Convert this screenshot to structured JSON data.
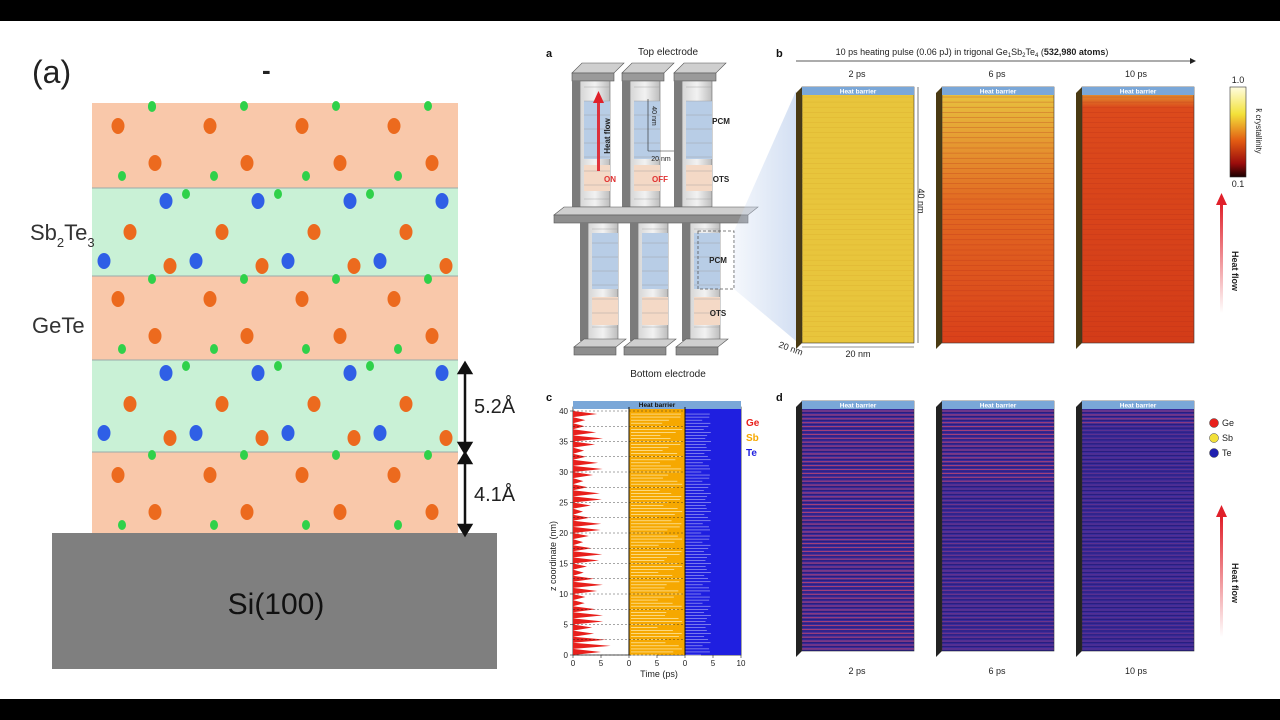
{
  "left_figure": {
    "panel_label": "(a)",
    "dash_mark": "-",
    "sb2te3_label_base": "Sb",
    "sb2te3_sub1": "2",
    "sb2te3_te": "Te",
    "sb2te3_sub2": "3",
    "gete_label": "GeTe",
    "dim_sb2te3": "5.2Å",
    "dim_gete": "4.1Å",
    "substrate_label": "Si(100)",
    "colors": {
      "gete_layer": "#f9c8aa",
      "sb2te3_layer": "#c9f1d6",
      "substrate": "#7f7f7f",
      "atom_orange": "#ec6a1e",
      "atom_green": "#2fd14a",
      "atom_blue": "#2f5fe6"
    }
  },
  "panel_a": {
    "label": "a",
    "top_electrode": "Top electrode",
    "bottom_electrode": "Bottom electrode",
    "heat_flow": "Heat flow",
    "dim_height": "40 nm",
    "dim_width": "20 nm",
    "pcm": "PCM",
    "ots": "OTS",
    "on": "ON",
    "off": "OFF"
  },
  "panel_b": {
    "label": "b",
    "title_pre": "10 ps heating pulse (0.06 pJ) in trigonal Ge",
    "title_sub1": "1",
    "title_sb": "Sb",
    "title_sub2": "2",
    "title_te": "Te",
    "title_sub3": "4",
    "title_post": " (",
    "title_bold": "532,980 atoms",
    "title_end": ")",
    "times": [
      "2 ps",
      "6 ps",
      "10 ps"
    ],
    "heat_barrier": "Heat barrier",
    "dim_40": "40 nm",
    "dim_20a": "20 nm",
    "dim_20b": "20 nm",
    "colorbar_max": "1.0",
    "colorbar_min": "0.1",
    "colorbar_label": "k̄ crystallinity",
    "heat_flow": "Heat flow"
  },
  "panel_c": {
    "label": "c",
    "heat_barrier": "Heat barrier",
    "ylabel": "z coordinate (nm)",
    "xlabel": "Time (ps)",
    "yticks": [
      "0",
      "5",
      "10",
      "15",
      "20",
      "25",
      "30",
      "35",
      "40"
    ],
    "xticks": [
      "0",
      "5",
      "0",
      "5",
      "0",
      "5",
      "10"
    ],
    "legend": [
      "Ge",
      "Sb",
      "Te"
    ],
    "colors": {
      "ge": "#e8201c",
      "sb": "#f6a800",
      "te": "#1f1fe0"
    }
  },
  "panel_d": {
    "label": "d",
    "heat_barrier": "Heat barrier",
    "times": [
      "2 ps",
      "6 ps",
      "10 ps"
    ],
    "legend": [
      "Ge",
      "Sb",
      "Te"
    ],
    "heat_flow": "Heat flow"
  }
}
